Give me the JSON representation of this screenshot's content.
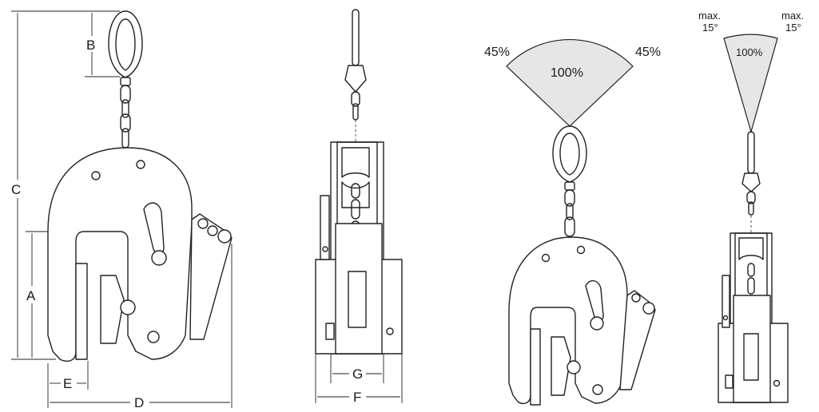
{
  "dimension_labels": {
    "a": "A",
    "b": "B",
    "c": "C",
    "d": "D",
    "e": "E",
    "f": "F",
    "g": "G"
  },
  "angle_diagram_1": {
    "left": "45%",
    "center": "100%",
    "right": "45%"
  },
  "angle_diagram_2": {
    "left_max": "max.",
    "left_angle": "15°",
    "right_max": "max.",
    "right_angle": "15°",
    "center": "100%"
  }
}
